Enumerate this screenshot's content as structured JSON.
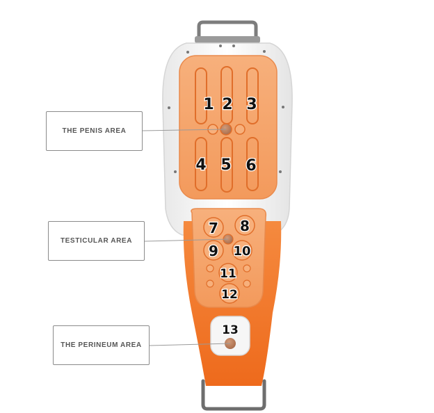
{
  "labels": {
    "penis_area": "THE PENIS AREA",
    "testicular_area": "TESTICULAR AREA",
    "perineum_area": "THE PERINEUM AREA"
  },
  "pads": {
    "p1": "1",
    "p2": "2",
    "p3": "3",
    "p4": "4",
    "p5": "5",
    "p6": "6",
    "p7": "7",
    "p8": "8",
    "p9": "9",
    "p10": "10",
    "p11": "11",
    "p12": "12",
    "p13": "13"
  },
  "colors": {
    "orange": "#f39a5c",
    "orange_deep": "#ef6f22",
    "frame_white": "#f2f2f2",
    "metal": "#7d7d7d",
    "leader_line": "#9a9a9a"
  }
}
